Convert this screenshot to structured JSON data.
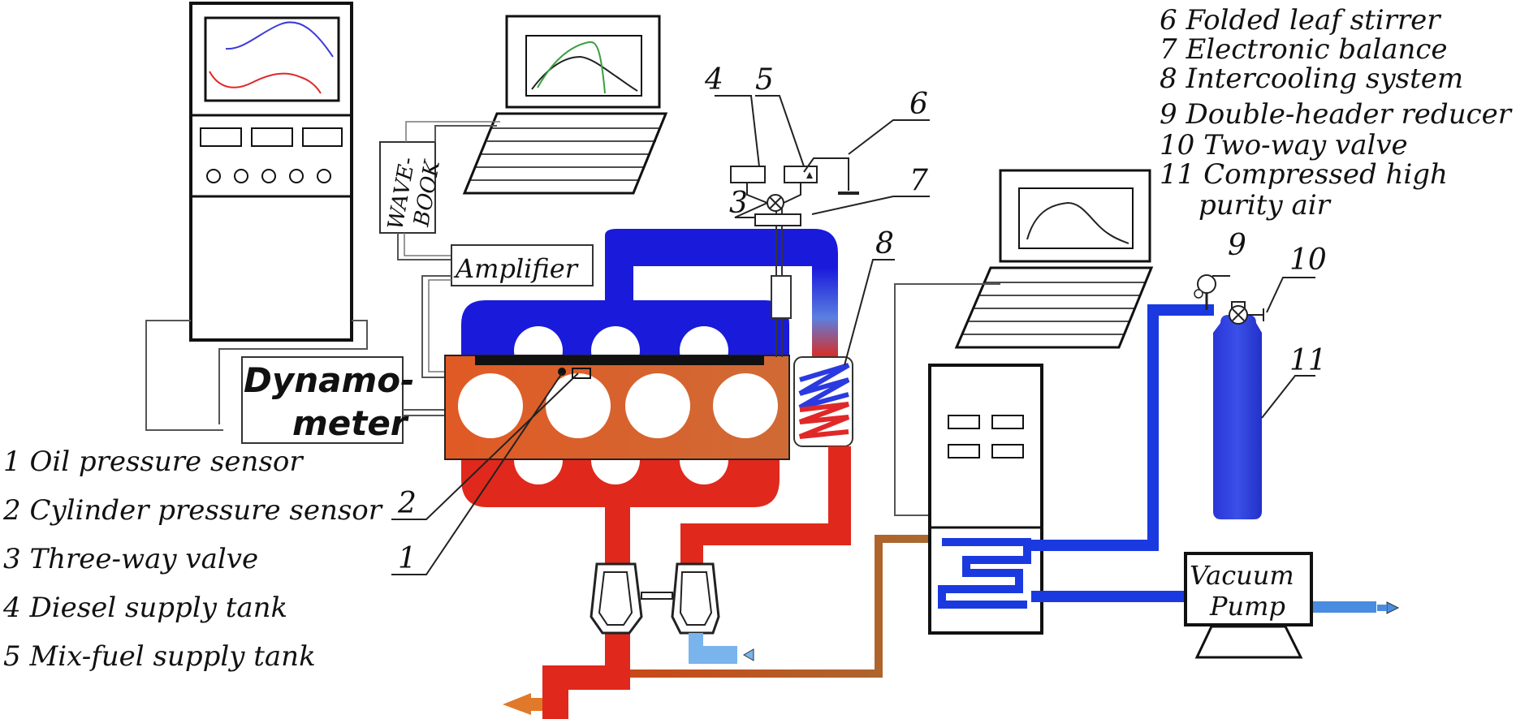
{
  "legend_left": [
    "1 Oil pressure sensor",
    "2 Cylinder pressure sensor",
    "3 Three-way  valve",
    "4 Diesel supply  tank",
    "5 Mix-fuel supply  tank"
  ],
  "legend_right": [
    "6 Folded leaf stirrer",
    "7 Electronic balance",
    "8 Intercooling system",
    "9 Double-header reducer",
    "10 Two-way valve",
    "11 Compressed high",
    "purity air"
  ],
  "boxes": {
    "amplifier": "Amplifier",
    "wavebook_1": "WAVE-",
    "wavebook_2": "BOOK",
    "dynamo_1": "Dynamo-",
    "dynamo_2": "meter",
    "vacuum_1": "Vacuum",
    "vacuum_2": "Pump"
  },
  "callouts": {
    "n1": "1",
    "n2": "2",
    "n3": "3",
    "n4": "4",
    "n5": "5",
    "n6": "6",
    "n7": "7",
    "n8": "8",
    "n9": "9",
    "n10": "10",
    "n11": "11"
  },
  "colors": {
    "intake_blue": "#1a1adb",
    "exhaust_red": "#e0281c",
    "engine_orange": "#d9622a",
    "cool_blue": "#4a8de0",
    "arrow_orange": "#e07a2a"
  }
}
